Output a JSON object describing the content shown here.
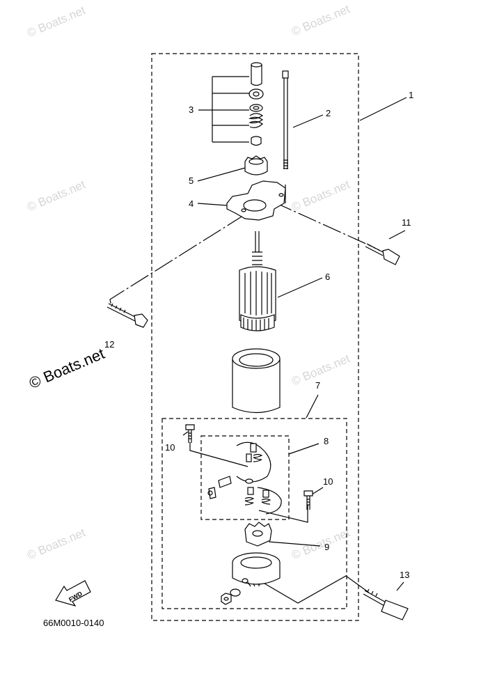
{
  "watermark": "© Boats.net",
  "diagram_code": "66M0010-0140",
  "fwd_label": "FWD",
  "callouts": {
    "c1": "1",
    "c2": "2",
    "c3": "3",
    "c4": "4",
    "c5": "5",
    "c6": "6",
    "c7": "7",
    "c8": "8",
    "c9": "9",
    "c10a": "10",
    "c10b": "10",
    "c11": "11",
    "c12": "12",
    "c13": "13"
  }
}
